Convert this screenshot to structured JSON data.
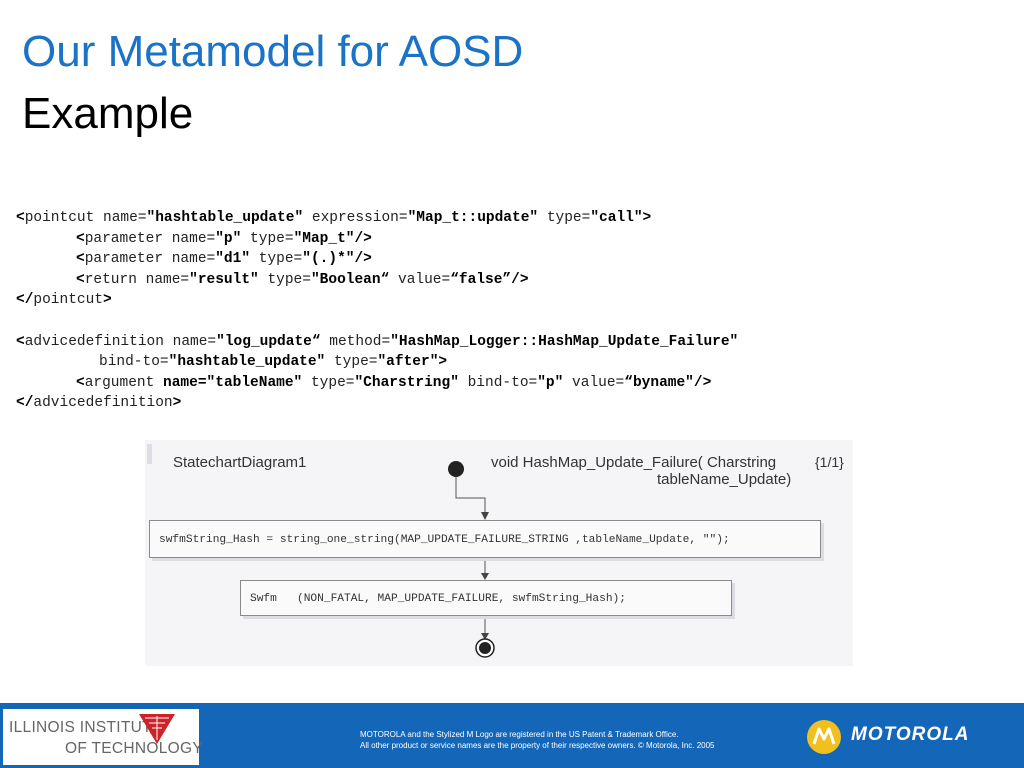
{
  "slide": {
    "title_line1": "Our Metamodel for AOSD",
    "title_line2": "Example"
  },
  "code": {
    "l1": {
      "t1": "<",
      "t2": "pointcut name=",
      "t3": "\"hashtable_update\"",
      "t4": " expression=",
      "t5": "\"Map_t::update\"",
      "t6": " type=",
      "t7": "\"call\">"
    },
    "l2": {
      "t1": "<",
      "t2": "parameter name=",
      "t3": "\"p\"",
      "t4": " type=",
      "t5": "\"Map_t\"/>"
    },
    "l3": {
      "t1": "<",
      "t2": "parameter name=",
      "t3": "\"d1\"",
      "t4": " type=",
      "t5": "\"(.)*\"/>"
    },
    "l4": {
      "t1": "<",
      "t2": "return name=",
      "t3": "\"result\"",
      "t4": " type=",
      "t5": "\"Boolean“",
      "t6": " value=",
      "t7": "“false”/>"
    },
    "l5": {
      "t1": "</",
      "t2": "pointcut",
      "t3": ">"
    },
    "l6": {
      "t1": "<",
      "t2": "advicedefinition name=",
      "t3": "\"log_update“",
      "t4": " method=",
      "t5": "\"HashMap_Logger::HashMap_Update_Failure\""
    },
    "l7": {
      "t1": "bind-to=",
      "t2": "\"hashtable_update\"",
      "t3": " type=",
      "t4": "\"after\">"
    },
    "l8": {
      "t1": "<",
      "t2": "argument ",
      "t3": "name=\"tableName\"",
      "t4": " type=",
      "t5": "\"Charstring\"",
      "t6": " bind-to=",
      "t7": "\"p\"",
      "t8": " value=",
      "t9": "“byname\"/>"
    },
    "l9": {
      "t1": "</",
      "t2": "advicedefinition",
      "t3": ">"
    }
  },
  "diagram": {
    "name": "StatechartDiagram1",
    "signature_line1": "void HashMap_Update_Failure( Charstring",
    "signature_line2": "tableName_Update)",
    "page": "{1/1}",
    "action1": "swfmString_Hash = string_one_string(MAP_UPDATE_FAILURE_STRING ,tableName_Update, \"\");",
    "action2": "Swfm   (NON_FATAL, MAP_UPDATE_FAILURE, swfmString_Hash);"
  },
  "footer": {
    "iit_line1": "ILLINOIS INSTITUTE",
    "iit_line2": "OF TECHNOLOGY",
    "legal_line1": "MOTOROLA and the Stylized M Logo are registered in the US Patent & Trademark Office.",
    "legal_line2": "All other product or service names are the property of their respective owners. © Motorola, Inc. 2005",
    "brand": "MOTOROLA"
  },
  "colors": {
    "title_blue": "#1a73c6",
    "footer_blue": "#1466b9",
    "iit_red": "#cc2229"
  }
}
